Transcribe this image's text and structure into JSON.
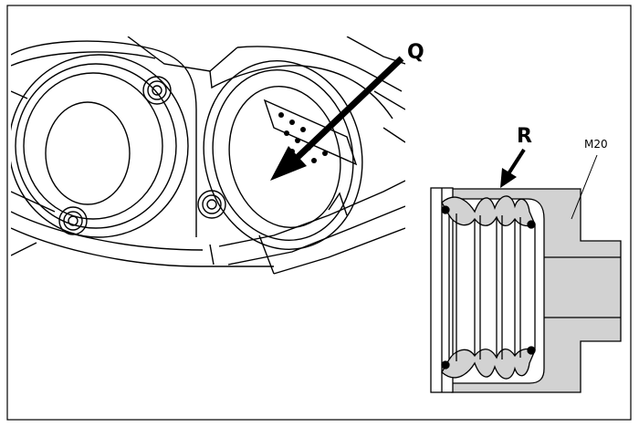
{
  "figure": {
    "callouts": {
      "q": "Q",
      "r": "R",
      "m20": "M20"
    },
    "colors": {
      "line": "#000000",
      "fill_gray": "#d2d2d2",
      "background": "#ffffff"
    },
    "icons": [
      "arrow-q-icon",
      "arrow-r-icon"
    ]
  }
}
